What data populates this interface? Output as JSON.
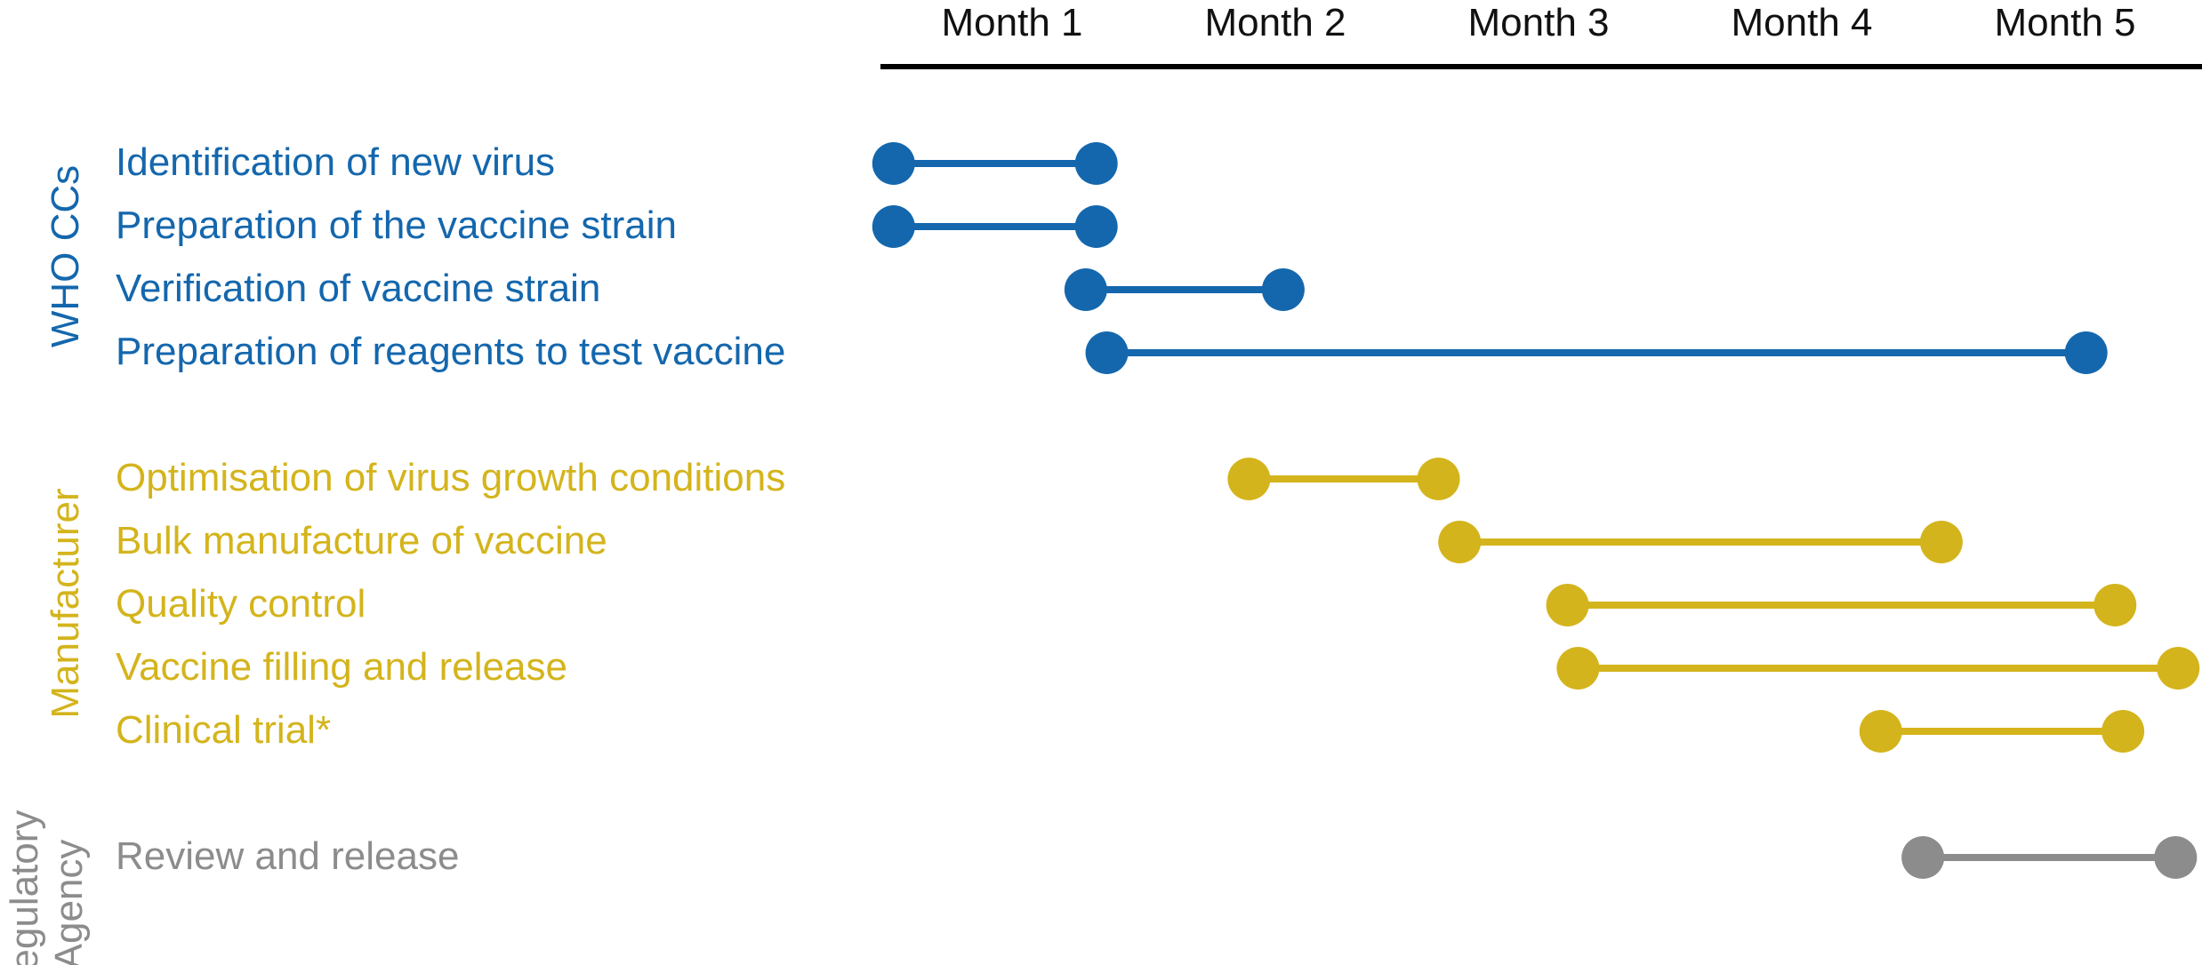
{
  "chart_data": {
    "type": "timeline",
    "months": [
      "Month 1",
      "Month 2",
      "Month 3",
      "Month 4",
      "Month 5"
    ],
    "x_unit": "months",
    "x_range": [
      0,
      5
    ],
    "groups": [
      {
        "name": "WHO CCs",
        "color": "#1467ad",
        "tasks": [
          {
            "label": "Identification of new virus",
            "start": 0.05,
            "end": 0.82
          },
          {
            "label": "Preparation of the vaccine strain",
            "start": 0.05,
            "end": 0.82
          },
          {
            "label": "Verification of vaccine strain",
            "start": 0.78,
            "end": 1.53
          },
          {
            "label": "Preparation of reagents to test vaccine",
            "start": 0.86,
            "end": 4.58
          }
        ]
      },
      {
        "name": "Manufacturer",
        "color": "#d4b41c",
        "tasks": [
          {
            "label": "Optimisation of virus growth conditions",
            "start": 1.4,
            "end": 2.12
          },
          {
            "label": "Bulk manufacture of vaccine",
            "start": 2.2,
            "end": 4.03
          },
          {
            "label": "Quality control",
            "start": 2.61,
            "end": 4.69
          },
          {
            "label": "Vaccine filling and release",
            "start": 2.65,
            "end": 4.93
          },
          {
            "label": "Clinical trial*",
            "start": 3.8,
            "end": 4.72
          }
        ]
      },
      {
        "name": "Regulatory Agency",
        "name_lines": [
          "Regulatory",
          "Agency"
        ],
        "color": "#8c8c8c",
        "tasks": [
          {
            "label": "Review and release",
            "start": 3.96,
            "end": 4.92
          }
        ]
      }
    ]
  }
}
